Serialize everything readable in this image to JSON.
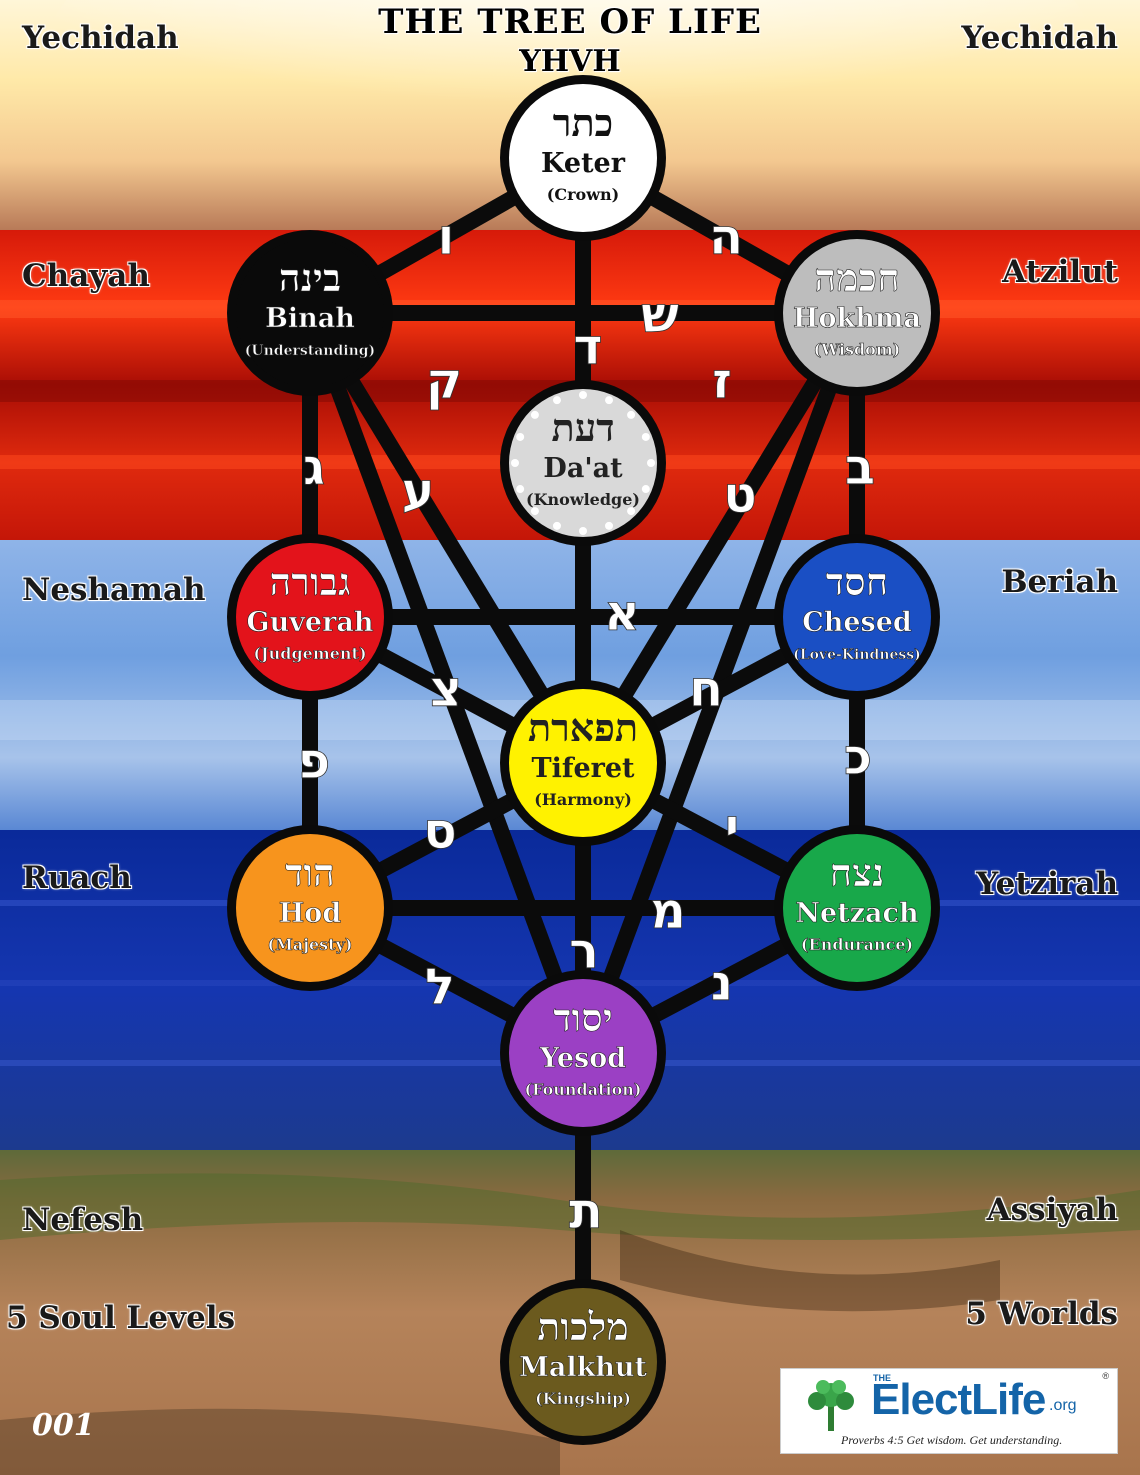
{
  "title": "THE TREE OF LIFE",
  "subtitle": "YHVH",
  "left_labels": [
    "Yechidah",
    "Chayah",
    "Neshamah",
    "Ruach",
    "Nefesh",
    "5 Soul Levels"
  ],
  "right_labels": [
    "Yechidah",
    "Atzilut",
    "Beriah",
    "Yetzirah",
    "Assiyah",
    "5 Worlds"
  ],
  "page_number": "001",
  "sefirot": [
    {
      "id": "keter",
      "hebrew": "כתר",
      "name": "Keter",
      "meaning": "(Crown)",
      "color": "#ffffff",
      "text_color": "#111111"
    },
    {
      "id": "binah",
      "hebrew": "בינה",
      "name": "Binah",
      "meaning": "(Understanding)",
      "color": "#0a0a0a",
      "text_color": "#ffffff"
    },
    {
      "id": "hokhma",
      "hebrew": "חכמה",
      "name": "Hokhma",
      "meaning": "(Wisdom)",
      "color": "#bdbdbd",
      "text_color": "#ffffff"
    },
    {
      "id": "daat",
      "hebrew": "דעת",
      "name": "Da'at",
      "meaning": "(Knowledge)",
      "color": "#d9d9d9",
      "text_color": "#222222"
    },
    {
      "id": "guverah",
      "hebrew": "גבורה",
      "name": "Guverah",
      "meaning": "(Judgement)",
      "color": "#e3131b",
      "text_color": "#ffffff"
    },
    {
      "id": "chesed",
      "hebrew": "חסד",
      "name": "Chesed",
      "meaning": "(Love-Kindness)",
      "color": "#1a4fc4",
      "text_color": "#ffffff"
    },
    {
      "id": "tiferet",
      "hebrew": "תפארת",
      "name": "Tiferet",
      "meaning": "(Harmony)",
      "color": "#fff200",
      "text_color": "#222222"
    },
    {
      "id": "hod",
      "hebrew": "הוד",
      "name": "Hod",
      "meaning": "(Majesty)",
      "color": "#f7941d",
      "text_color": "#ffffff"
    },
    {
      "id": "netzach",
      "hebrew": "נצח",
      "name": "Netzach",
      "meaning": "(Endurance)",
      "color": "#18a84a",
      "text_color": "#ffffff"
    },
    {
      "id": "yesod",
      "hebrew": "יסוד",
      "name": "Yesod",
      "meaning": "(Foundation)",
      "color": "#9b40c4",
      "text_color": "#ffffff"
    },
    {
      "id": "malkhut",
      "hebrew": "מלכות",
      "name": "Malkhut",
      "meaning": "(Kingship)",
      "color": "#6b5a1e",
      "text_color": "#ffffff"
    }
  ],
  "paths": [
    {
      "from": "keter",
      "to": "binah",
      "letter": "ו"
    },
    {
      "from": "keter",
      "to": "hokhma",
      "letter": "ה"
    },
    {
      "from": "keter",
      "to": "tiferet",
      "letter": "ד"
    },
    {
      "from": "binah",
      "to": "hokhma",
      "letter": "ש"
    },
    {
      "from": "binah",
      "to": "tiferet",
      "letter": "ק"
    },
    {
      "from": "hokhma",
      "to": "tiferet",
      "letter": "ז"
    },
    {
      "from": "binah",
      "to": "guverah",
      "letter": "ג"
    },
    {
      "from": "binah",
      "to": "yesod",
      "letter": "ע"
    },
    {
      "from": "hokhma",
      "to": "chesed",
      "letter": "ב"
    },
    {
      "from": "hokhma",
      "to": "yesod",
      "letter": "ט"
    },
    {
      "from": "guverah",
      "to": "chesed",
      "letter": "א"
    },
    {
      "from": "guverah",
      "to": "tiferet",
      "letter": "צ"
    },
    {
      "from": "chesed",
      "to": "tiferet",
      "letter": "ח"
    },
    {
      "from": "guverah",
      "to": "hod",
      "letter": "פ"
    },
    {
      "from": "chesed",
      "to": "netzach",
      "letter": "כ"
    },
    {
      "from": "tiferet",
      "to": "hod",
      "letter": "ס"
    },
    {
      "from": "tiferet",
      "to": "netzach",
      "letter": "י"
    },
    {
      "from": "hod",
      "to": "netzach",
      "letter": "מ"
    },
    {
      "from": "tiferet",
      "to": "yesod",
      "letter": "ר"
    },
    {
      "from": "hod",
      "to": "yesod",
      "letter": "ל"
    },
    {
      "from": "netzach",
      "to": "yesod",
      "letter": "נ"
    },
    {
      "from": "yesod",
      "to": "malkhut",
      "letter": "ת"
    }
  ],
  "logo": {
    "the": "THE",
    "name": "ElectLife",
    "org": ".org",
    "registered": "®",
    "tagline": "Proverbs 4:5 Get wisdom. Get understanding."
  }
}
